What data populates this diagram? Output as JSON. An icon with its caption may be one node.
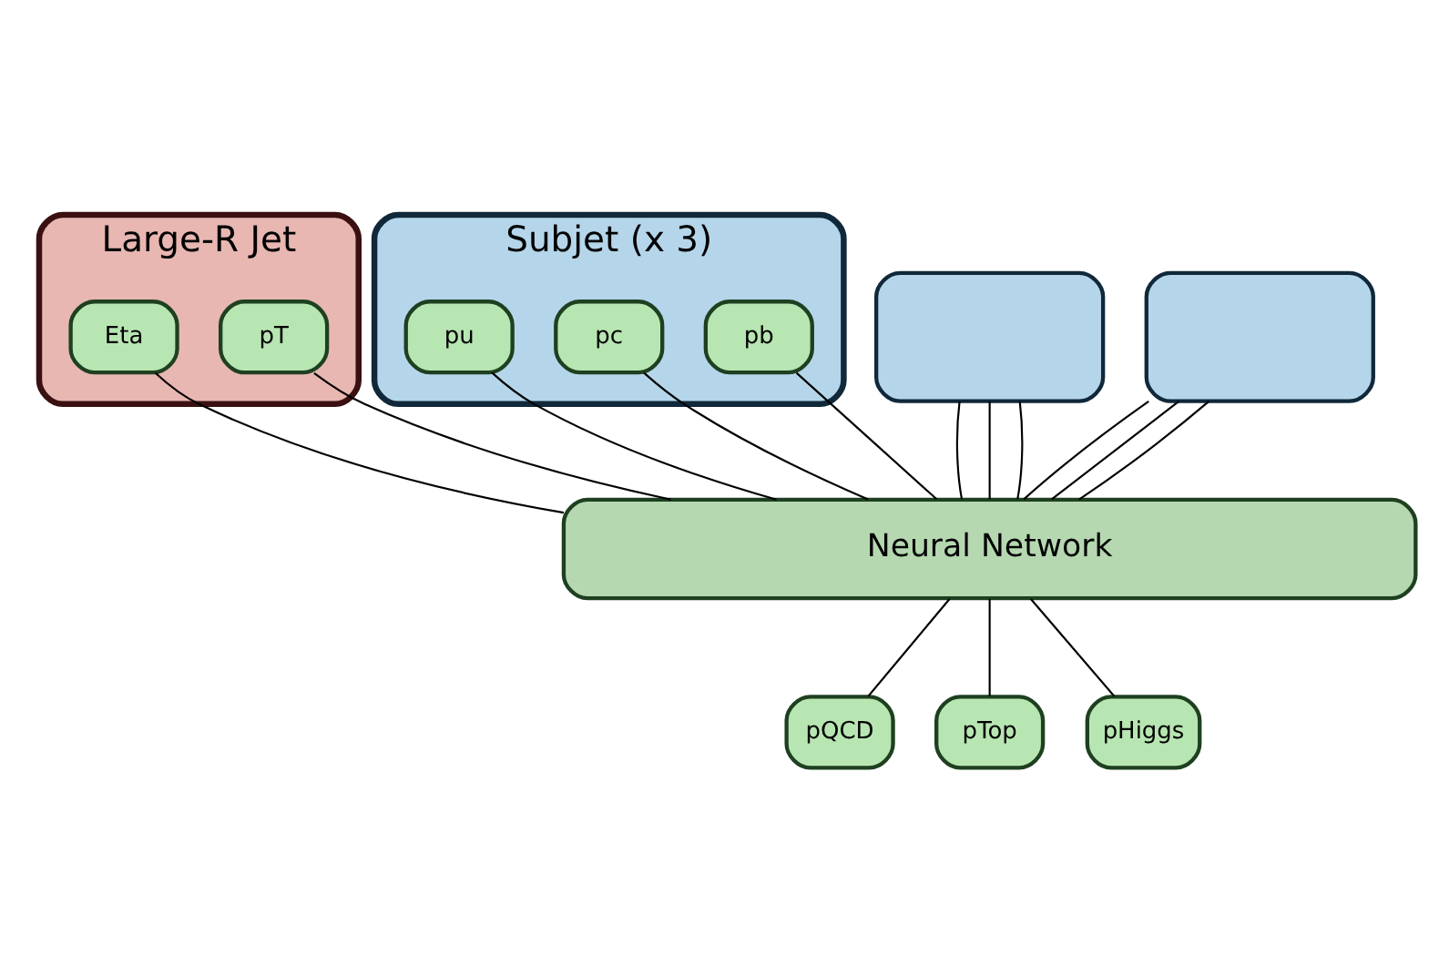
{
  "diagram": {
    "nodes": [
      {
        "text": [
          "Large-R Jet"
        ]
      },
      {
        "text": [
          "pT"
        ],
        "in": 0
      },
      {
        "text": [
          "Eta"
        ],
        "in": 0
      },
      {
        "text": [
          "Subjet (x 3)"
        ]
      },
      {
        "text": [
          "pb"
        ],
        "in": 3
      },
      {
        "text": [
          "pc"
        ],
        "in": 3
      },
      {
        "text": [
          "pu"
        ],
        "in": 3
      },
      {
        "text": [],
        "shape": "box"
      },
      {
        "text": [],
        "shape": "box"
      },
      {
        "text": [
          "Neural Network"
        ]
      },
      {
        "text": [
          "pQCD"
        ]
      },
      {
        "text": [
          "pTop"
        ]
      },
      {
        "text": [
          "pHiggs"
        ]
      }
    ],
    "edges": [
      {
        "from": 1,
        "to": 9,
        "arrow": "none"
      },
      {
        "from": 2,
        "to": 9,
        "arrow": "none"
      },
      {
        "from": 4,
        "to": 9,
        "arrow": "none"
      },
      {
        "from": 5,
        "to": 9,
        "arrow": "none"
      },
      {
        "from": 6,
        "to": 9,
        "arrow": "none"
      },
      {
        "from": 7,
        "to": 9,
        "arrow": "none"
      },
      {
        "from": 7,
        "to": 9,
        "arrow": "none"
      },
      {
        "from": 7,
        "to": 9,
        "arrow": "none"
      },
      {
        "from": 8,
        "to": 9,
        "arrow": "none"
      },
      {
        "from": 8,
        "to": 9,
        "arrow": "none"
      },
      {
        "from": 8,
        "to": 9,
        "arrow": "none"
      },
      {
        "from": 9,
        "to": 10,
        "arrow": "none"
      },
      {
        "from": 9,
        "to": 11,
        "arrow": "none"
      },
      {
        "from": 9,
        "to": 12,
        "arrow": "none"
      }
    ]
  }
}
